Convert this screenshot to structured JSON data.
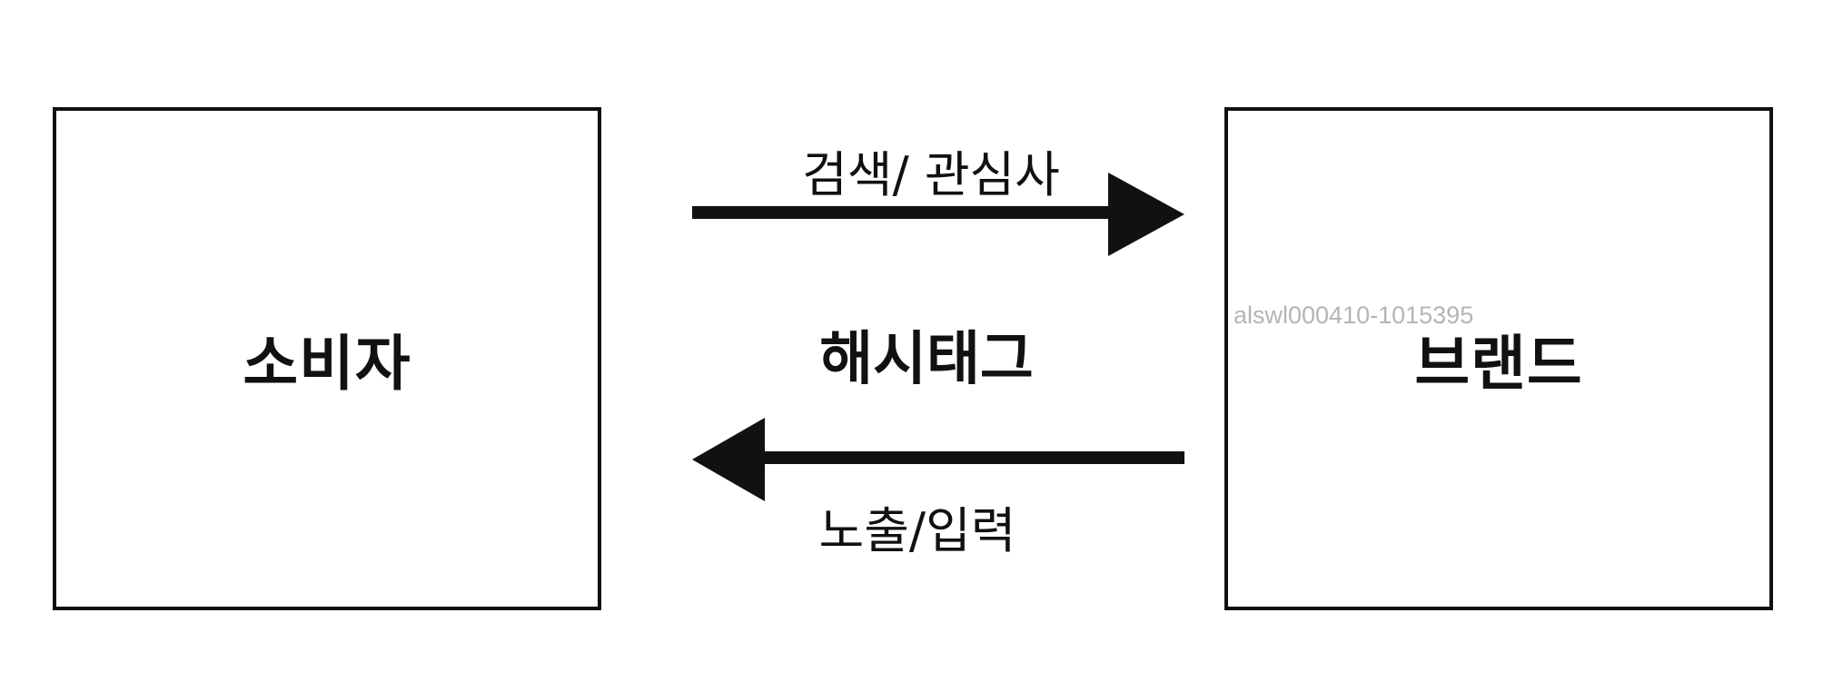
{
  "nodes": {
    "consumer": "소비자",
    "brand": "브랜드"
  },
  "edges": {
    "to_brand": "검색/ 관심사",
    "to_consumer": "노출/입력"
  },
  "center_label": "해시태그",
  "watermark": "alswl000410-1015395",
  "colors": {
    "stroke": "#111111",
    "watermark": "#b4b4b4"
  }
}
